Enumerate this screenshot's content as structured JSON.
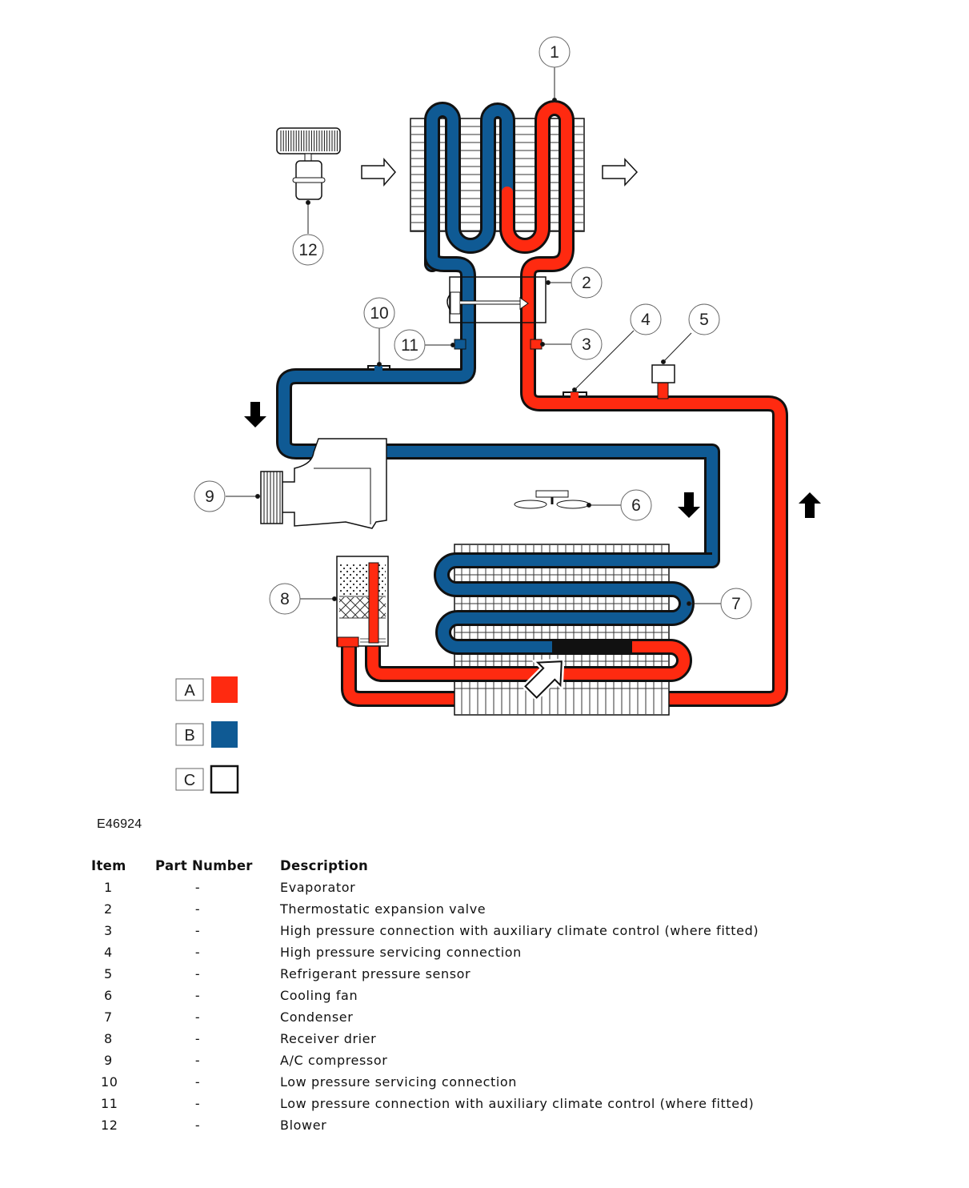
{
  "figure": {
    "id": "E46924",
    "colors": {
      "high_pressure_red": "#ff2a10",
      "low_pressure_blue": "#0f5a94",
      "outline": "#111111"
    },
    "callouts": [
      "1",
      "2",
      "3",
      "4",
      "5",
      "6",
      "7",
      "8",
      "9",
      "10",
      "11",
      "12"
    ],
    "legend": [
      {
        "key": "A",
        "color": "#ff2a10",
        "meaning_swatch": "red"
      },
      {
        "key": "B",
        "color": "#0f5a94",
        "meaning_swatch": "blue"
      },
      {
        "key": "C",
        "color": "#ffffff",
        "meaning_swatch": "white"
      }
    ],
    "flow_arrows": [
      "airflow-into-evaporator",
      "airflow-out-of-evaporator",
      "flow-down-left",
      "flow-down-right",
      "flow-up-right",
      "airflow-through-condenser"
    ]
  },
  "table": {
    "headers": {
      "item": "Item",
      "part_number": "Part Number",
      "description": "Description"
    },
    "rows": [
      {
        "item": "1",
        "part_number": "-",
        "description": "Evaporator"
      },
      {
        "item": "2",
        "part_number": "-",
        "description": "Thermostatic expansion valve"
      },
      {
        "item": "3",
        "part_number": "-",
        "description": "High pressure connection with auxiliary climate control (where fitted)"
      },
      {
        "item": "4",
        "part_number": "-",
        "description": "High pressure servicing connection"
      },
      {
        "item": "5",
        "part_number": "-",
        "description": "Refrigerant pressure sensor"
      },
      {
        "item": "6",
        "part_number": "-",
        "description": "Cooling fan"
      },
      {
        "item": "7",
        "part_number": "-",
        "description": "Condenser"
      },
      {
        "item": "8",
        "part_number": "-",
        "description": "Receiver drier"
      },
      {
        "item": "9",
        "part_number": "-",
        "description": "A/C compressor"
      },
      {
        "item": "10",
        "part_number": "-",
        "description": "Low pressure servicing connection"
      },
      {
        "item": "11",
        "part_number": "-",
        "description": "Low pressure connection with auxiliary climate control (where fitted)"
      },
      {
        "item": "12",
        "part_number": "-",
        "description": "Blower"
      }
    ]
  }
}
